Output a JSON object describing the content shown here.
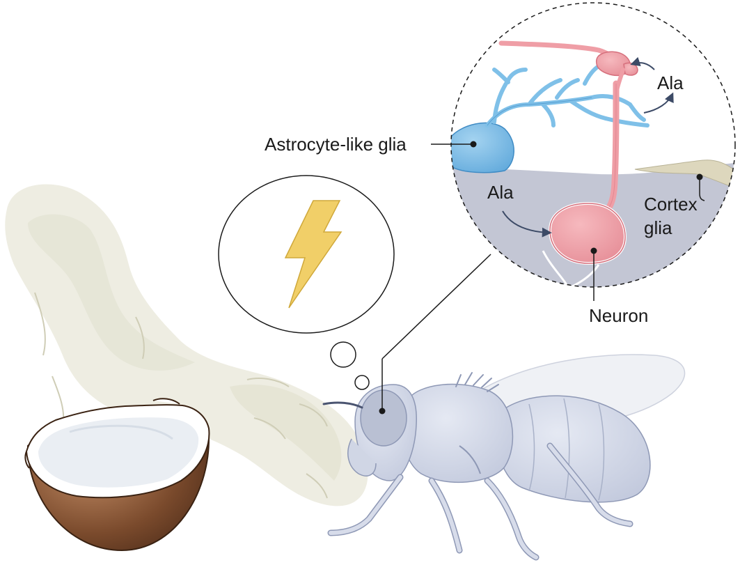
{
  "labels": {
    "astrocyte": "Astrocyte-like glia",
    "ala_top": "Ala",
    "ala_inner": "Ala",
    "cortex_line1": "Cortex",
    "cortex_line2": "glia",
    "neuron": "Neuron"
  },
  "colors": {
    "astrocyte": "#7fc0e8",
    "neuron": "#ef9ea6",
    "tissue": "#c3c6d4",
    "fly_body": "#d3d9e8",
    "lightning": "#f1cf68",
    "odor": "#eeeee0",
    "coconut_shell": "#7a4a2c"
  },
  "icons": {
    "thought": "lightning-bolt-icon"
  }
}
